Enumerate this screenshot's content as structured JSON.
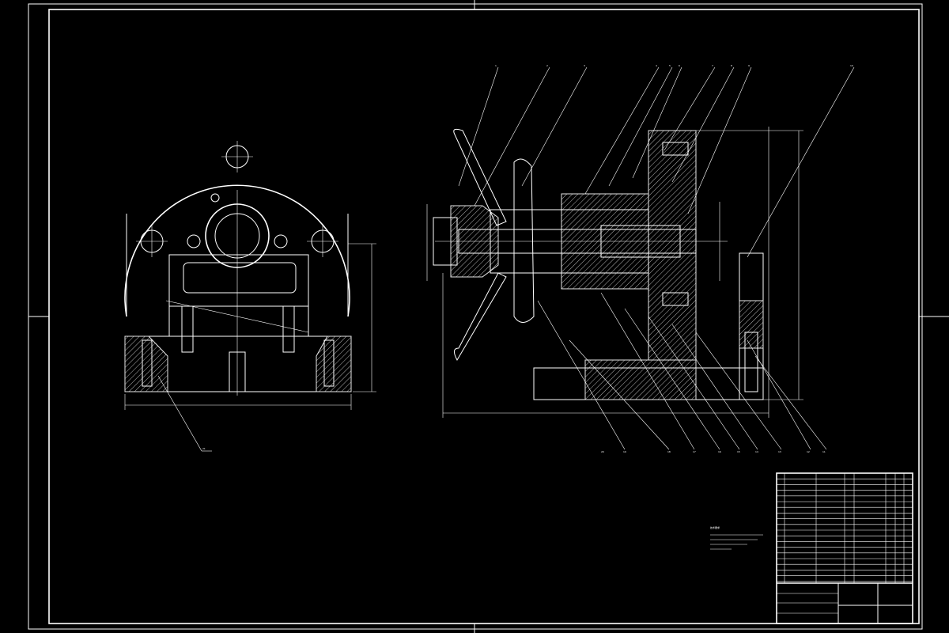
{
  "drawing": {
    "colors": {
      "background": "#000000",
      "lines": "#ffffff",
      "hatch": "#ffffff"
    },
    "balloons": [
      "1",
      "2",
      "3",
      "4",
      "5",
      "6",
      "7",
      "8",
      "9",
      "10",
      "11",
      "12",
      "13",
      "14",
      "15",
      "16",
      "17",
      "18",
      "19",
      "20",
      "21"
    ],
    "notes_title": "技术要求",
    "title_block": {
      "drawing_name": "",
      "drawing_number": ""
    }
  }
}
